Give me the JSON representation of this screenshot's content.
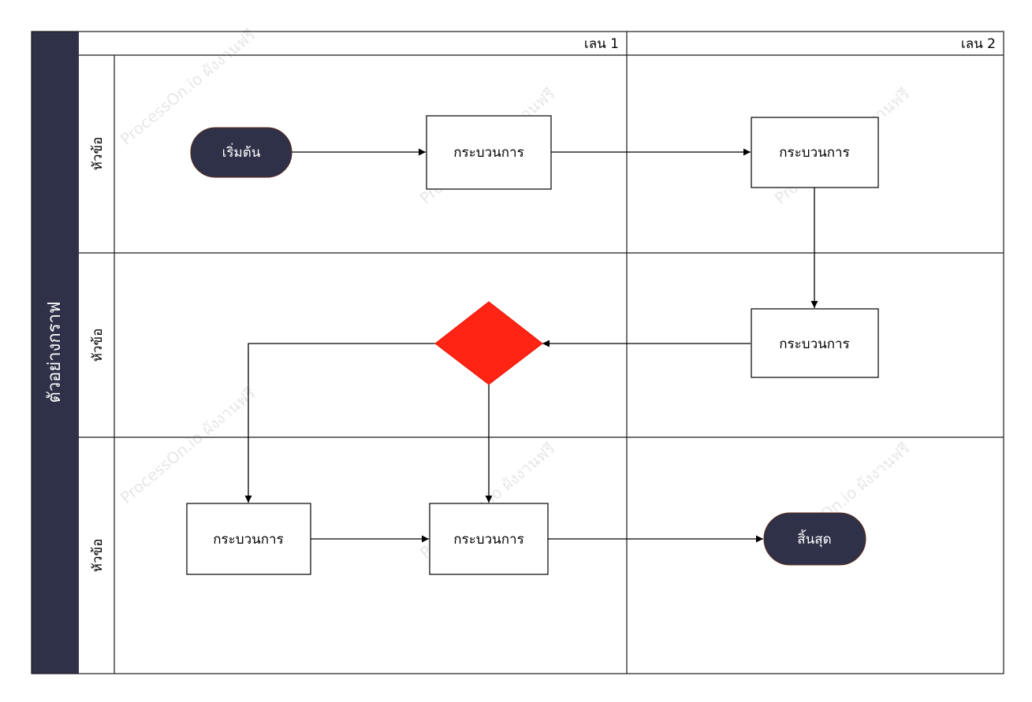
{
  "pool": {
    "title": "ตัวอย่างกราฟ",
    "color": "#2e3148"
  },
  "lanes": [
    {
      "label": "เลน 1"
    },
    {
      "label": "เลน 2"
    }
  ],
  "rows": [
    {
      "label": "หัวข้อ"
    },
    {
      "label": "หัวข้อ"
    },
    {
      "label": "หัวข้อ"
    }
  ],
  "nodes": {
    "start": {
      "label": "เริ่มต้น",
      "color": "#2e3148"
    },
    "process_1": {
      "label": "กระบวนการ"
    },
    "process_2": {
      "label": "กระบวนการ"
    },
    "process_3": {
      "label": "กระบวนการ"
    },
    "decision": {
      "label": "",
      "color": "#ff2414"
    },
    "process_4": {
      "label": "กระบวนการ"
    },
    "process_5": {
      "label": "กระบวนการ"
    },
    "end": {
      "label": "สิ้นสุด",
      "color": "#2e3148"
    }
  },
  "watermark": {
    "text": "ProcessOn.io ผังงานฟรี"
  }
}
